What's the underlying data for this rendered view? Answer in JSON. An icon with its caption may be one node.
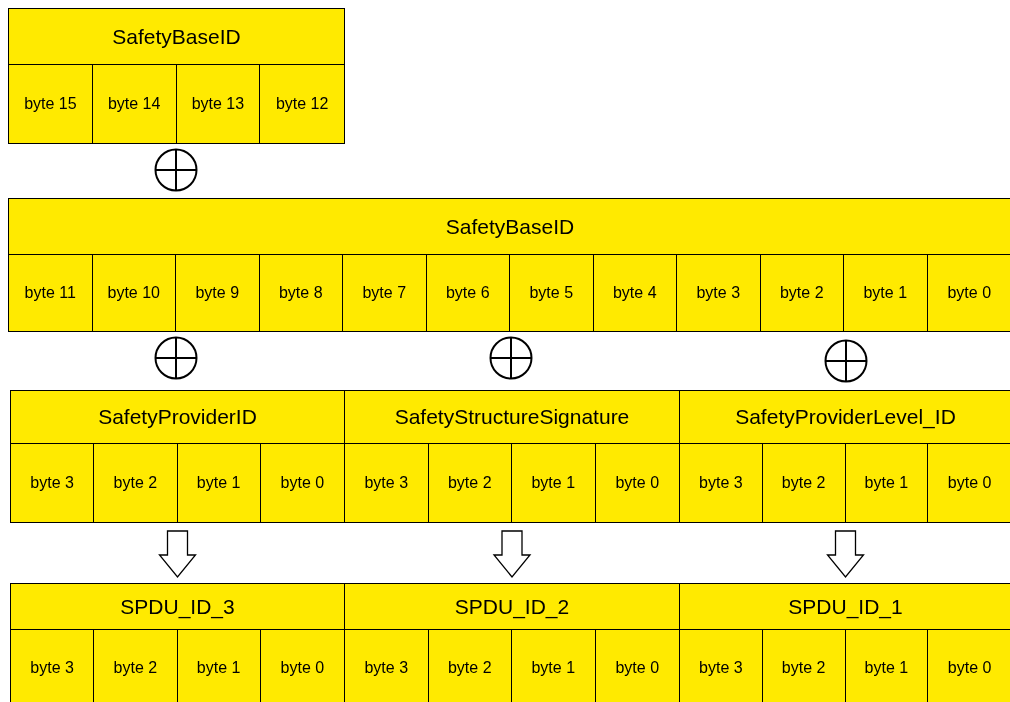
{
  "diagram": {
    "nodes": [
      {
        "text": [
          "SafetyBaseID"
        ]
      },
      {
        "text": [
          "byte 15"
        ],
        "in": 0
      },
      {
        "text": [
          "byte 14"
        ],
        "in": 0
      },
      {
        "text": [
          "byte 13"
        ],
        "in": 0
      },
      {
        "text": [
          "byte 12"
        ],
        "in": 0
      },
      {
        "text": [],
        "shape": "circle"
      },
      {
        "text": [
          "SafetyBaseID"
        ]
      },
      {
        "text": [
          "byte 11"
        ],
        "in": 6
      },
      {
        "text": [
          "byte 10"
        ],
        "in": 6
      },
      {
        "text": [
          "byte 9"
        ],
        "in": 6
      },
      {
        "text": [
          "byte 8"
        ],
        "in": 6
      },
      {
        "text": [
          "byte 7"
        ],
        "in": 6
      },
      {
        "text": [
          "byte 6"
        ],
        "in": 6
      },
      {
        "text": [
          "byte 5"
        ],
        "in": 6
      },
      {
        "text": [
          "byte 4"
        ],
        "in": 6
      },
      {
        "text": [
          "byte 3"
        ],
        "in": 6
      },
      {
        "text": [
          "byte 2"
        ],
        "in": 6
      },
      {
        "text": [
          "byte 1"
        ],
        "in": 6
      },
      {
        "text": [
          "byte 0"
        ],
        "in": 6
      },
      {
        "text": [],
        "shape": "circle"
      },
      {
        "text": [],
        "shape": "circle"
      },
      {
        "text": [],
        "shape": "circle"
      },
      {
        "text": [
          "SafetyProviderID"
        ]
      },
      {
        "text": [
          "byte 3"
        ],
        "in": 22
      },
      {
        "text": [
          "byte 2"
        ],
        "in": 22
      },
      {
        "text": [
          "byte 1"
        ],
        "in": 22
      },
      {
        "text": [
          "byte 0"
        ],
        "in": 22
      },
      {
        "text": [
          "SafetyStructureSignature"
        ]
      },
      {
        "text": [
          "byte 3"
        ],
        "in": 27
      },
      {
        "text": [
          "byte 2"
        ],
        "in": 27
      },
      {
        "text": [
          "byte 1"
        ],
        "in": 27
      },
      {
        "text": [
          "byte 0"
        ],
        "in": 27
      },
      {
        "text": [
          "SafetyProviderLevel_ID"
        ]
      },
      {
        "text": [
          "byte 3"
        ],
        "in": 32
      },
      {
        "text": [
          "byte 2"
        ],
        "in": 32
      },
      {
        "text": [
          "byte 1"
        ],
        "in": 32
      },
      {
        "text": [
          "byte 0"
        ],
        "in": 32
      },
      {
        "text": [
          "SPDU_ID_3"
        ]
      },
      {
        "text": [
          "byte 3"
        ],
        "in": 37
      },
      {
        "text": [
          "byte 2"
        ],
        "in": 37
      },
      {
        "text": [
          "byte 1"
        ],
        "in": 37
      },
      {
        "text": [
          "byte 0"
        ],
        "in": 37
      },
      {
        "text": [
          "SPDU_ID_2"
        ]
      },
      {
        "text": [
          "byte 3"
        ],
        "in": 42
      },
      {
        "text": [
          "byte 2"
        ],
        "in": 42
      },
      {
        "text": [
          "byte 1"
        ],
        "in": 42
      },
      {
        "text": [
          "byte 0"
        ],
        "in": 42
      },
      {
        "text": [
          "SPDU_ID_1"
        ]
      },
      {
        "text": [
          "byte 3"
        ],
        "in": 47
      },
      {
        "text": [
          "byte 2"
        ],
        "in": 47
      },
      {
        "text": [
          "byte 1"
        ],
        "in": 47
      },
      {
        "text": [
          "byte 0"
        ],
        "in": 47
      }
    ],
    "edges": [
      {
        "from": 22,
        "to": 37,
        "arrow": "to"
      },
      {
        "from": 27,
        "to": 42,
        "arrow": "to"
      },
      {
        "from": 32,
        "to": 47,
        "arrow": "to"
      }
    ]
  }
}
